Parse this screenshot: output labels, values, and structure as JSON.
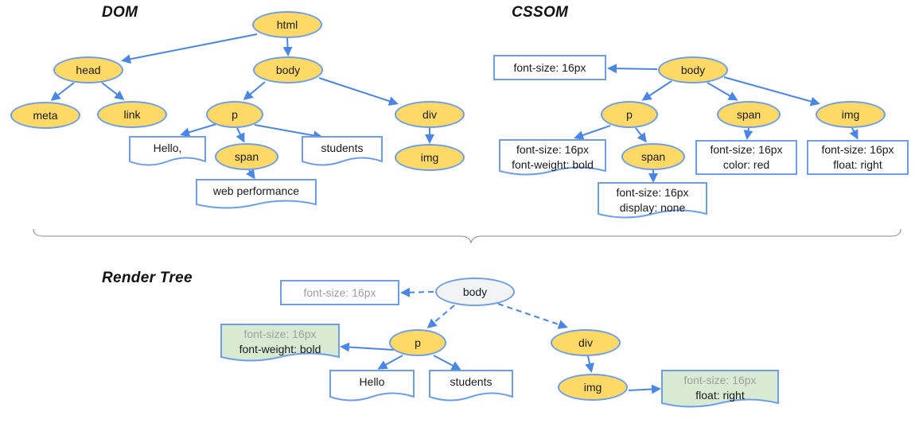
{
  "colors": {
    "node_fill": "#ffd966",
    "node_stroke": "#6d9eeb",
    "arrow": "#4a86e8",
    "render_body_fill": "#f1f3f4",
    "computed_style_fill": "#d9ead3",
    "box_fill": "#ffffff",
    "muted_text": "#9e9e9e",
    "brace": "#8a8a8a"
  },
  "dom": {
    "title": "DOM",
    "nodes": {
      "html": "html",
      "head": "head",
      "body": "body",
      "meta": "meta",
      "link": "link",
      "p": "p",
      "span": "span",
      "div": "div",
      "img": "img"
    },
    "text_nodes": {
      "hello": "Hello,",
      "students": "students",
      "web_performance": "web performance"
    }
  },
  "cssom": {
    "title": "CSSOM",
    "nodes": {
      "body": "body",
      "p": "p",
      "span": "span",
      "img": "img",
      "span_child": "span"
    },
    "rules": {
      "body": {
        "line1": "font-size: 16px"
      },
      "p": {
        "line1": "font-size: 16px",
        "line2": "font-weight: bold"
      },
      "span": {
        "line1": "font-size: 16px",
        "line2": "color: red"
      },
      "img": {
        "line1": "font-size: 16px",
        "line2": "float: right"
      },
      "span_child": {
        "line1": "font-size: 16px",
        "line2": "display: none"
      }
    }
  },
  "render_tree": {
    "title": "Render Tree",
    "nodes": {
      "body": "body",
      "p": "p",
      "div": "div",
      "img": "img"
    },
    "text_nodes": {
      "hello": "Hello",
      "students": "students"
    },
    "styles": {
      "body": {
        "line1": "font-size: 16px"
      },
      "p": {
        "line1": "font-size: 16px",
        "line2": "font-weight: bold"
      },
      "img": {
        "line1": "font-size: 16px",
        "line2": "float: right"
      }
    }
  }
}
